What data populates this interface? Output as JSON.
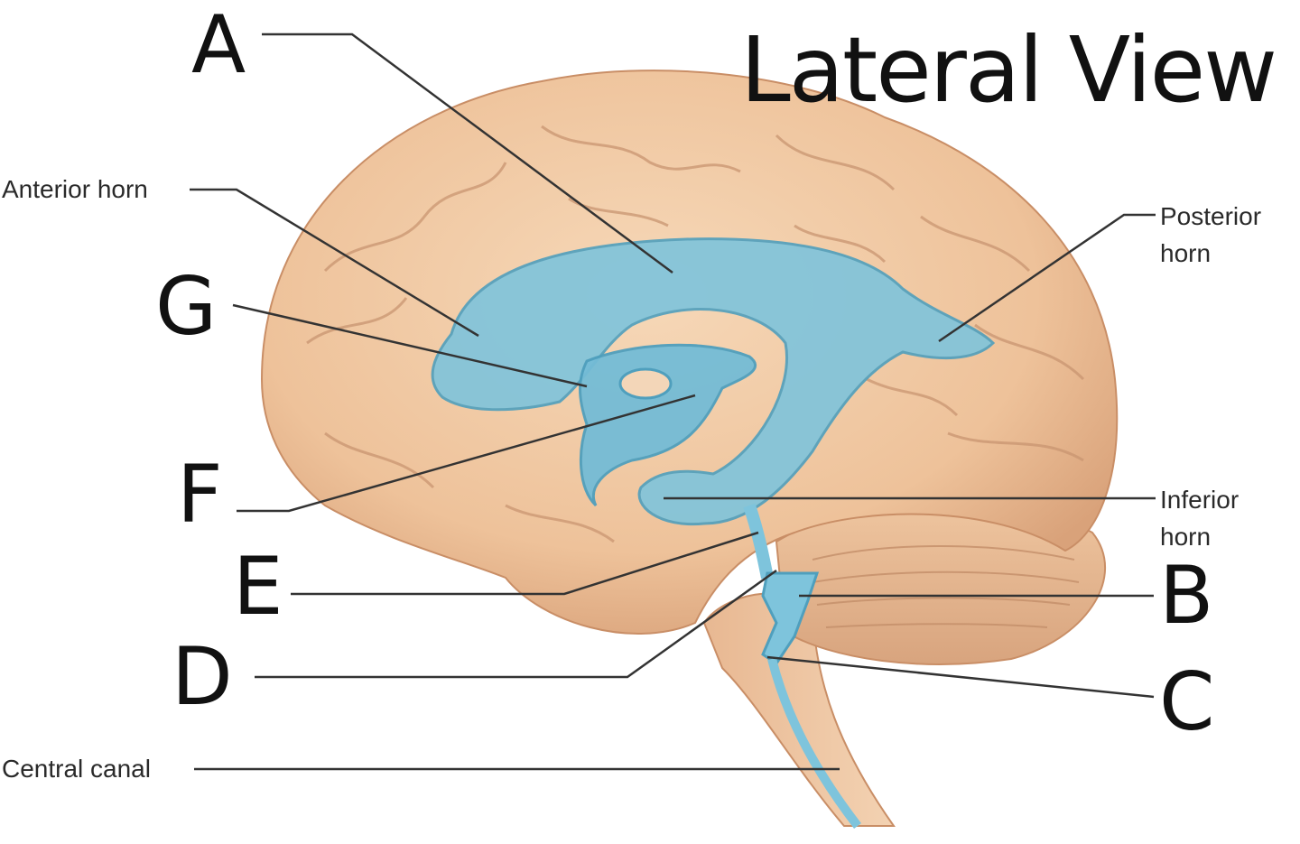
{
  "title": "Lateral View",
  "letters": {
    "a": "A",
    "b": "B",
    "c": "C",
    "d": "D",
    "e": "E",
    "f": "F",
    "g": "G"
  },
  "labels": {
    "anterior_horn": "Anterior horn",
    "posterior_horn_1": "Posterior",
    "posterior_horn_2": "horn",
    "inferior_horn_1": "Inferior",
    "inferior_horn_2": "horn",
    "central_canal": "Central canal"
  },
  "colors": {
    "brain": "#f0c8a0",
    "brain_shadow": "#d9a27a",
    "ventricle": "#7ec4dc",
    "ventricle_edge": "#4f9fbd",
    "leader_line": "#333333"
  }
}
